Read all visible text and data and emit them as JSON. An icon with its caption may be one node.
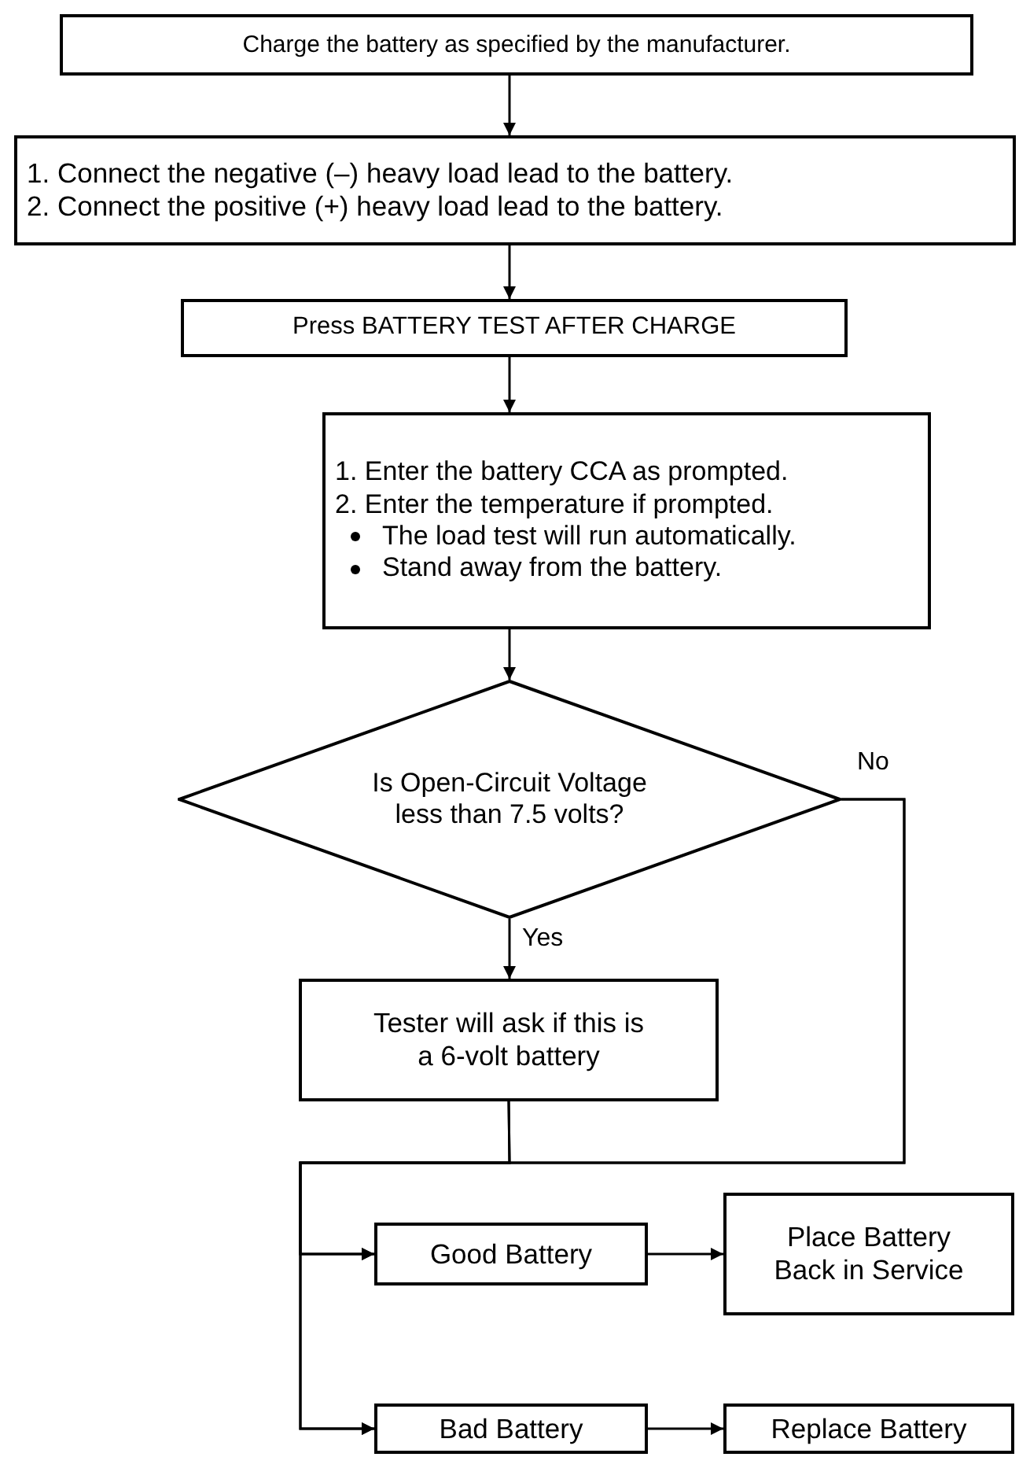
{
  "diagram": {
    "nodes": [
      {
        "text": [
          "Charge the battery as specified by the manufacturer."
        ]
      },
      {
        "text": [
          "1. Connect the negative (–) heavy load lead to the battery.",
          "2. Connect the positive (+) heavy load lead to the battery."
        ]
      },
      {
        "text": [
          "Press BATTERY TEST AFTER CHARGE"
        ]
      },
      {
        "text": [
          "1.  Enter the battery CCA as prompted.",
          "2.  Enter the temperature if prompted.",
          "The load test will run automatically.",
          "Stand away from the battery."
        ]
      },
      {
        "text": [
          "Is Open-Circuit Voltage less than 7.5 volts?"
        ]
      },
      {
        "text": [
          "Tester will ask if this is a 6-volt battery"
        ]
      },
      {
        "text": [
          "Good Battery"
        ]
      },
      {
        "text": [
          "Place Battery Back in Service"
        ]
      },
      {
        "text": [
          "Bad Battery"
        ]
      },
      {
        "text": [
          "Replace Battery"
        ]
      }
    ],
    "edges": [
      {
        "from": 0,
        "to": 1,
        "arrow": "to"
      },
      {
        "from": 1,
        "to": 2,
        "arrow": "to"
      },
      {
        "from": 2,
        "to": 3,
        "arrow": "to"
      },
      {
        "from": 3,
        "to": 4,
        "arrow": "to"
      },
      {
        "from": 4,
        "to": 5,
        "arrow": "to",
        "label": "Yes"
      },
      {
        "from": 4,
        "to": 6,
        "arrow": "to",
        "label": "No"
      },
      {
        "from": 4,
        "to": 8,
        "arrow": "to"
      },
      {
        "from": 5,
        "to": 6,
        "arrow": "to"
      },
      {
        "from": 5,
        "to": 8,
        "arrow": "to"
      },
      {
        "from": 6,
        "to": 7,
        "arrow": "to"
      },
      {
        "from": 8,
        "to": 9,
        "arrow": "to"
      }
    ]
  }
}
